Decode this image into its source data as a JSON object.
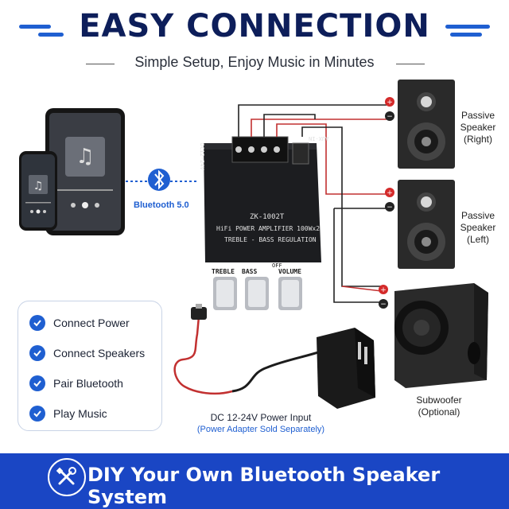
{
  "header": {
    "title": "EASY CONNECTION",
    "subtitle": "Simple Setup, Enjoy Music in Minutes"
  },
  "bluetooth": {
    "label": "Bluetooth 5.0"
  },
  "speakers": {
    "right": [
      "Passive",
      "Speaker",
      "(Right)"
    ],
    "left": [
      "Passive",
      "Speaker",
      "(Left)"
    ],
    "subwoofer": [
      "Subwoofer",
      "(Optional)"
    ]
  },
  "amplifier": {
    "model": "ZK-1002T",
    "line1": "HiFi POWER AMPLIFIER 100Wx2",
    "line2": "TREBLE - BASS REGULATION",
    "knob_treble": "TREBLE",
    "knob_bass": "BASS",
    "knob_volume": "VOLUME",
    "off": "OFF",
    "dc": "DC12-24V",
    "aux": "AUX-IN"
  },
  "checklist": {
    "items": [
      "Connect Power",
      "Connect Speakers",
      "Pair Bluetooth",
      "Play Music"
    ]
  },
  "power": {
    "input": "DC 12-24V Power Input",
    "note": "(Power Adapter Sold Separately)"
  },
  "footer": {
    "text": "DIY Your Own Bluetooth Speaker System"
  },
  "colors": {
    "brand_blue": "#1a46c4",
    "navy": "#0d1e5a",
    "wire_red": "#d42a2a"
  }
}
